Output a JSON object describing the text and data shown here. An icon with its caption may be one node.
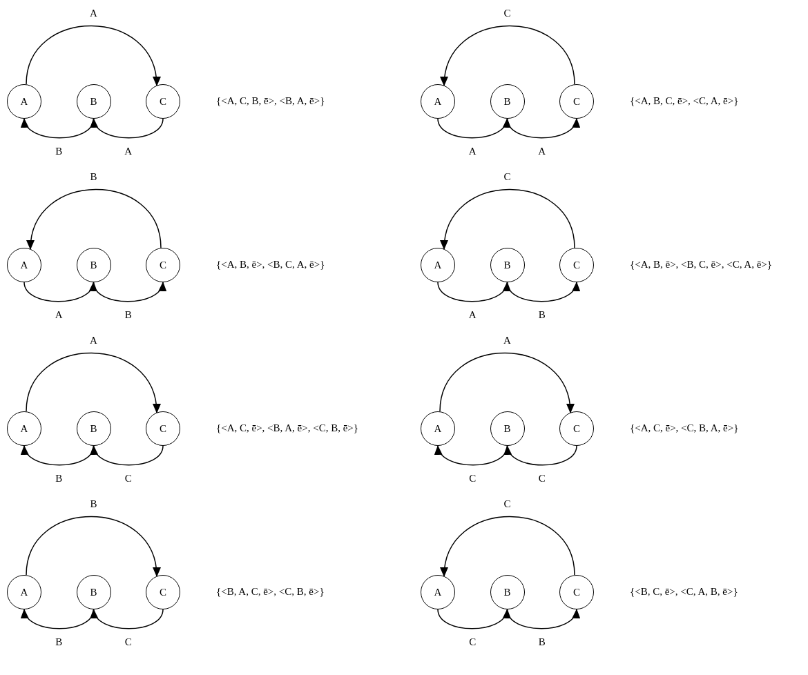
{
  "diagram": {
    "nodes": [
      {
        "text": [
          "A"
        ]
      },
      {
        "text": [
          "B"
        ]
      },
      {
        "text": [
          "C"
        ]
      },
      {
        "text": [
          "A"
        ]
      },
      {
        "text": [
          "B"
        ]
      },
      {
        "text": [
          "C"
        ]
      },
      {
        "text": [
          "A"
        ]
      },
      {
        "text": [
          "B"
        ]
      },
      {
        "text": [
          "C"
        ]
      },
      {
        "text": [
          "A"
        ]
      },
      {
        "text": [
          "B"
        ]
      },
      {
        "text": [
          "C"
        ]
      },
      {
        "text": [
          "A"
        ]
      },
      {
        "text": [
          "B"
        ]
      },
      {
        "text": [
          "C"
        ]
      },
      {
        "text": [
          "A"
        ]
      },
      {
        "text": [
          "B"
        ]
      },
      {
        "text": [
          "C"
        ]
      },
      {
        "text": [
          "A"
        ]
      },
      {
        "text": [
          "B"
        ]
      },
      {
        "text": [
          "C"
        ]
      },
      {
        "text": [
          "A"
        ]
      },
      {
        "text": [
          "B"
        ]
      },
      {
        "text": [
          "C"
        ]
      }
    ],
    "edges": [
      {
        "from": 0,
        "to": 2,
        "arrow": "to",
        "label": "A"
      },
      {
        "from": 1,
        "to": 0,
        "arrow": "to",
        "label": "B"
      },
      {
        "from": 2,
        "to": 1,
        "arrow": "to",
        "label": "A"
      },
      {
        "from": 5,
        "to": 3,
        "arrow": "to",
        "label": "C"
      },
      {
        "from": 3,
        "to": 4,
        "arrow": "to",
        "label": "A"
      },
      {
        "from": 4,
        "to": 5,
        "arrow": "to",
        "label": "A"
      },
      {
        "from": 8,
        "to": 6,
        "arrow": "to",
        "label": "B"
      },
      {
        "from": 6,
        "to": 7,
        "arrow": "to",
        "label": "A"
      },
      {
        "from": 7,
        "to": 8,
        "arrow": "to",
        "label": "B"
      },
      {
        "from": 11,
        "to": 9,
        "arrow": "to",
        "label": "C"
      },
      {
        "from": 9,
        "to": 10,
        "arrow": "to",
        "label": "A"
      },
      {
        "from": 10,
        "to": 11,
        "arrow": "to",
        "label": "B"
      },
      {
        "from": 12,
        "to": 14,
        "arrow": "to",
        "label": "A"
      },
      {
        "from": 13,
        "to": 12,
        "arrow": "to",
        "label": "B"
      },
      {
        "from": 14,
        "to": 13,
        "arrow": "to",
        "label": "C"
      },
      {
        "from": 15,
        "to": 17,
        "arrow": "to",
        "label": "A"
      },
      {
        "from": 16,
        "to": 15,
        "arrow": "to",
        "label": "C"
      },
      {
        "from": 17,
        "to": 16,
        "arrow": "to",
        "label": "C"
      },
      {
        "from": 18,
        "to": 20,
        "arrow": "to",
        "label": "B"
      },
      {
        "from": 19,
        "to": 18,
        "arrow": "to",
        "label": "B"
      },
      {
        "from": 20,
        "to": 19,
        "arrow": "to",
        "label": "C"
      },
      {
        "from": 23,
        "to": 21,
        "arrow": "to",
        "label": "C"
      },
      {
        "from": 21,
        "to": 22,
        "arrow": "to",
        "label": "C"
      },
      {
        "from": 22,
        "to": 23,
        "arrow": "to",
        "label": "B"
      }
    ],
    "labels": [
      "{<A, C, B, ē>, <B, A, ē>}",
      "{<A, B, C, ē>, <C, A, ē>}",
      "{<A, B, ē>, <B, C, A, ē>}",
      "{<A, B, ē>, <B, C, ē>, <C, A, ē>}",
      "{<A, C, ē>, <B, A, ē>, <C, B, ē>}",
      "{<A, C, ē>, <C, B, A, ē>}",
      "{<B, A, C, ē>, <C, B, ē>}",
      "{<B, C, ē>, <C, A, B, ē>}"
    ]
  }
}
